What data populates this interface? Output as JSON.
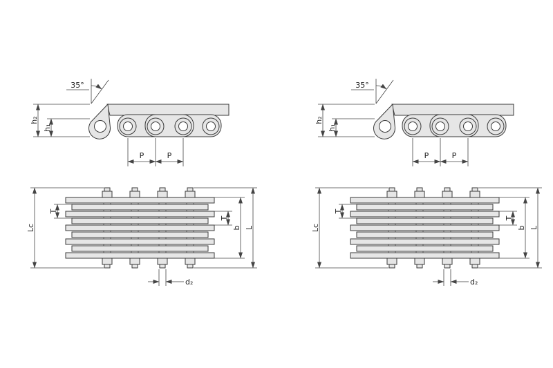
{
  "labels": {
    "angle": "35°",
    "h1": "h₁",
    "h2": "h₂",
    "p_left": "P",
    "p_right": "P",
    "lc": "Lc",
    "t_left": "T",
    "t_right": "T",
    "b": "b",
    "l": "L",
    "d2": "d₂"
  },
  "colors": {
    "outline": "#3a3a3a",
    "dimension": "#444444",
    "part_fill": "#e6e6e6",
    "hole_fill": "#ffffff",
    "background": "#ffffff"
  }
}
